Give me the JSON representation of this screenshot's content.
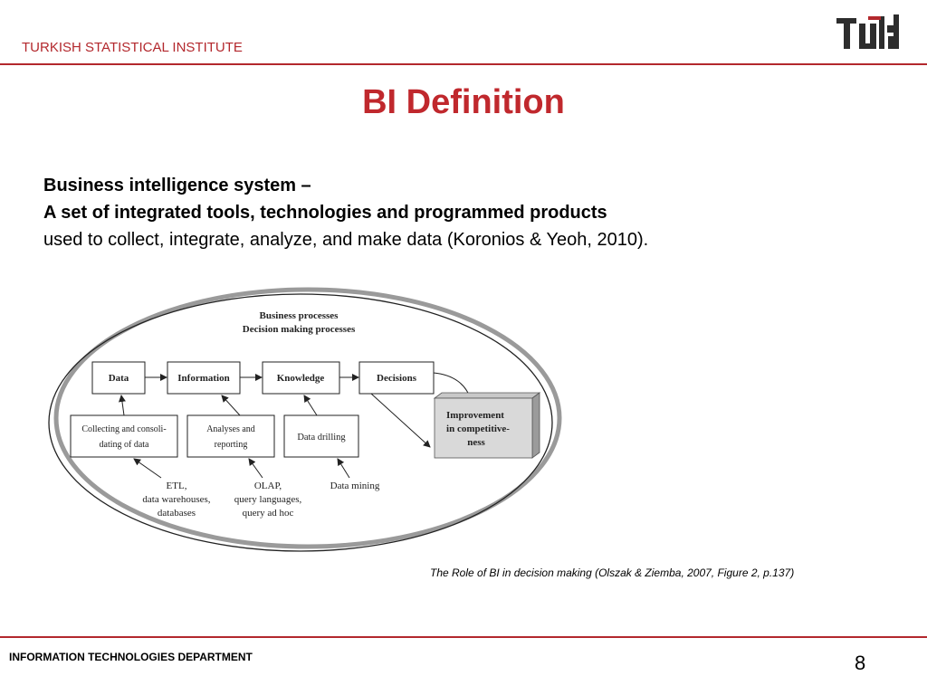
{
  "header": {
    "org_name": "TURKISH STATISTICAL INSTITUTE",
    "logo_text": "TÜİK"
  },
  "slide": {
    "title": "BI Definition",
    "definition": {
      "line1": "Business intelligence system –",
      "line2": "A set of integrated tools, technologies and programmed products",
      "line3": "used to collect, integrate, analyze, and make data (Koronios & Yeoh, 2010)."
    }
  },
  "diagram": {
    "top_label_1": "Business processes",
    "top_label_2": "Decision making processes",
    "boxes": {
      "data": "Data",
      "information": "Information",
      "knowledge": "Knowledge",
      "decisions": "Decisions"
    },
    "process_boxes": {
      "collecting_1": "Collecting and consoli-",
      "collecting_2": "dating of data",
      "analyses_1": "Analyses and",
      "analyses_2": "reporting",
      "drilling": "Data drilling"
    },
    "improvement": {
      "l1": "Improvement",
      "l2": "in competitive-",
      "l3": "ness"
    },
    "tools": {
      "etl_1": "ETL,",
      "etl_2": "data warehouses,",
      "etl_3": "databases",
      "olap_1": "OLAP,",
      "olap_2": "query languages,",
      "olap_3": "query ad hoc",
      "mining": "Data mining"
    }
  },
  "caption": "The Role of BI in decision making (Olszak & Ziemba, 2007, Figure 2, p.137)",
  "footer": {
    "department": "INFORMATION TECHNOLOGIES DEPARTMENT",
    "page_number": "8"
  },
  "colors": {
    "accent": "#b3282d",
    "title": "#c0282d"
  }
}
